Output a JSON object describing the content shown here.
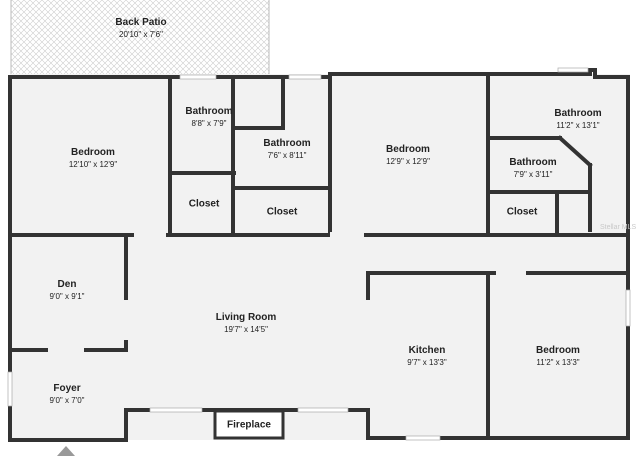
{
  "floorplan": {
    "colors": {
      "floor": "#f2f2f2",
      "wall": "#333333",
      "window": "#ffffff",
      "patio_hatch": "#cccccc"
    },
    "rooms": [
      {
        "id": "back-patio",
        "name": "Back Patio",
        "dimensions": "20'10\" x 7'6\""
      },
      {
        "id": "bedroom-1",
        "name": "Bedroom",
        "dimensions": "12'10\" x 12'9\""
      },
      {
        "id": "bathroom-1",
        "name": "Bathroom",
        "dimensions": "8'8\" x 7'9\""
      },
      {
        "id": "bathroom-2",
        "name": "Bathroom",
        "dimensions": "7'6\" x 8'11\""
      },
      {
        "id": "bedroom-2",
        "name": "Bedroom",
        "dimensions": "12'9\" x 12'9\""
      },
      {
        "id": "bathroom-3",
        "name": "Bathroom",
        "dimensions": "11'2\" x 13'1\""
      },
      {
        "id": "bathroom-4",
        "name": "Bathroom",
        "dimensions": "7'9\" x 3'11\""
      },
      {
        "id": "closet-1",
        "name": "Closet",
        "dimensions": ""
      },
      {
        "id": "closet-2",
        "name": "Closet",
        "dimensions": ""
      },
      {
        "id": "closet-3",
        "name": "Closet",
        "dimensions": ""
      },
      {
        "id": "den",
        "name": "Den",
        "dimensions": "9'0\" x 9'1\""
      },
      {
        "id": "living-room",
        "name": "Living Room",
        "dimensions": "19'7\" x 14'5\""
      },
      {
        "id": "kitchen",
        "name": "Kitchen",
        "dimensions": "9'7\" x 13'3\""
      },
      {
        "id": "bedroom-3",
        "name": "Bedroom",
        "dimensions": "11'2\" x 13'3\""
      },
      {
        "id": "foyer",
        "name": "Foyer",
        "dimensions": "9'0\" x 7'0\""
      },
      {
        "id": "fireplace",
        "name": "Fireplace",
        "dimensions": ""
      }
    ],
    "watermark": "Stellar MLS"
  }
}
